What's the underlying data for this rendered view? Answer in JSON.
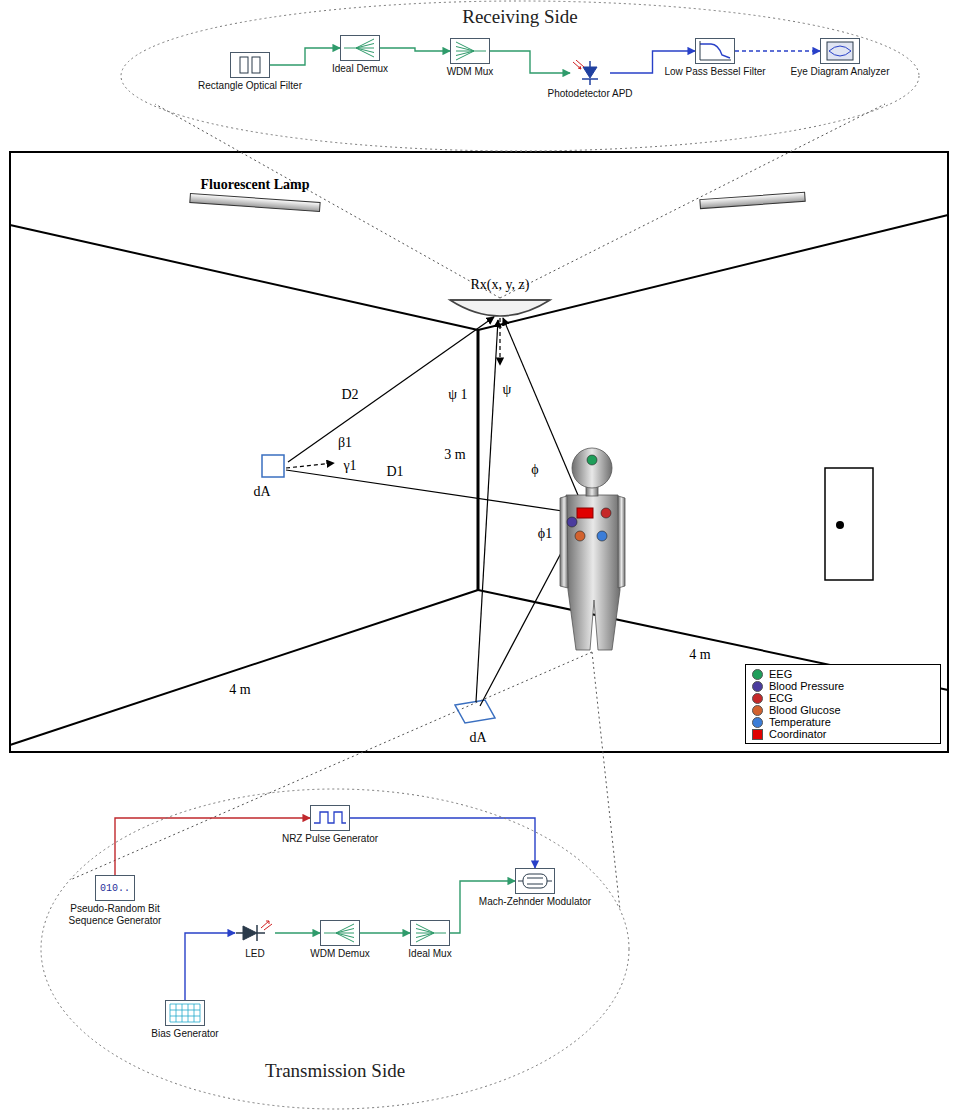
{
  "diagram": {
    "nodes": [
      {
        "text": [
          "Receiving Side"
        ]
      },
      {
        "text": [
          "Rectangle Optical Filter"
        ],
        "in": 0
      },
      {
        "text": [
          "Ideal Demux"
        ],
        "in": 0
      },
      {
        "text": [
          "WDM Mux"
        ],
        "in": 0
      },
      {
        "text": [
          "Photodetector APD"
        ],
        "in": 0
      },
      {
        "text": [
          "Low Pass Bessel Filter"
        ],
        "in": 0
      },
      {
        "text": [
          "Eye Diagram Analyzer"
        ],
        "in": 0
      },
      {
        "text": [
          "Transmission Side"
        ]
      },
      {
        "text": [
          "010..",
          "Pseudo-Random Bit Sequence Generator"
        ],
        "in": 7
      },
      {
        "text": [
          "NRZ Pulse Generator"
        ],
        "in": 7
      },
      {
        "text": [
          "Mach-Zehnder Modulator"
        ],
        "in": 7
      },
      {
        "text": [
          "Ideal Mux"
        ],
        "in": 7
      },
      {
        "text": [
          "WDM Demux"
        ],
        "in": 7
      },
      {
        "text": [
          "LED"
        ],
        "in": 7
      },
      {
        "text": [
          "Bias Generator"
        ],
        "in": 7
      }
    ],
    "edges": [
      {
        "from": 1,
        "to": 2,
        "arrow": "to"
      },
      {
        "from": 2,
        "to": 3,
        "arrow": "to"
      },
      {
        "from": 3,
        "to": 4,
        "arrow": "to"
      },
      {
        "from": 4,
        "to": 5,
        "arrow": "to"
      },
      {
        "from": 5,
        "to": 6,
        "arrow": "to"
      },
      {
        "from": 8,
        "to": 9,
        "arrow": "to"
      },
      {
        "from": 9,
        "to": 10,
        "arrow": "to"
      },
      {
        "from": 14,
        "to": 13,
        "arrow": "to"
      },
      {
        "from": 13,
        "to": 12,
        "arrow": "to"
      },
      {
        "from": 12,
        "to": 11,
        "arrow": "to"
      },
      {
        "from": 11,
        "to": 10,
        "arrow": "to"
      }
    ],
    "labels": [
      "Fluorescent Lamp",
      "Rx(x, y, z)",
      "D2",
      "β1",
      "γ1",
      "dA",
      "D1",
      "3 m",
      "ψ 1",
      "ψ",
      "ϕ",
      "ϕ1",
      "4 m",
      "4 m",
      "dA"
    ],
    "legend": [
      {
        "text": "EEG",
        "color": "#1f9e5a"
      },
      {
        "text": "Blood Pressure",
        "color": "#4b3c9e"
      },
      {
        "text": "ECG",
        "color": "#c62828"
      },
      {
        "text": "Blood Glucose",
        "color": "#d2622f"
      },
      {
        "text": "Temperature",
        "color": "#3b7dd8"
      },
      {
        "text": "Coordinator",
        "color": "#e00000"
      }
    ]
  }
}
